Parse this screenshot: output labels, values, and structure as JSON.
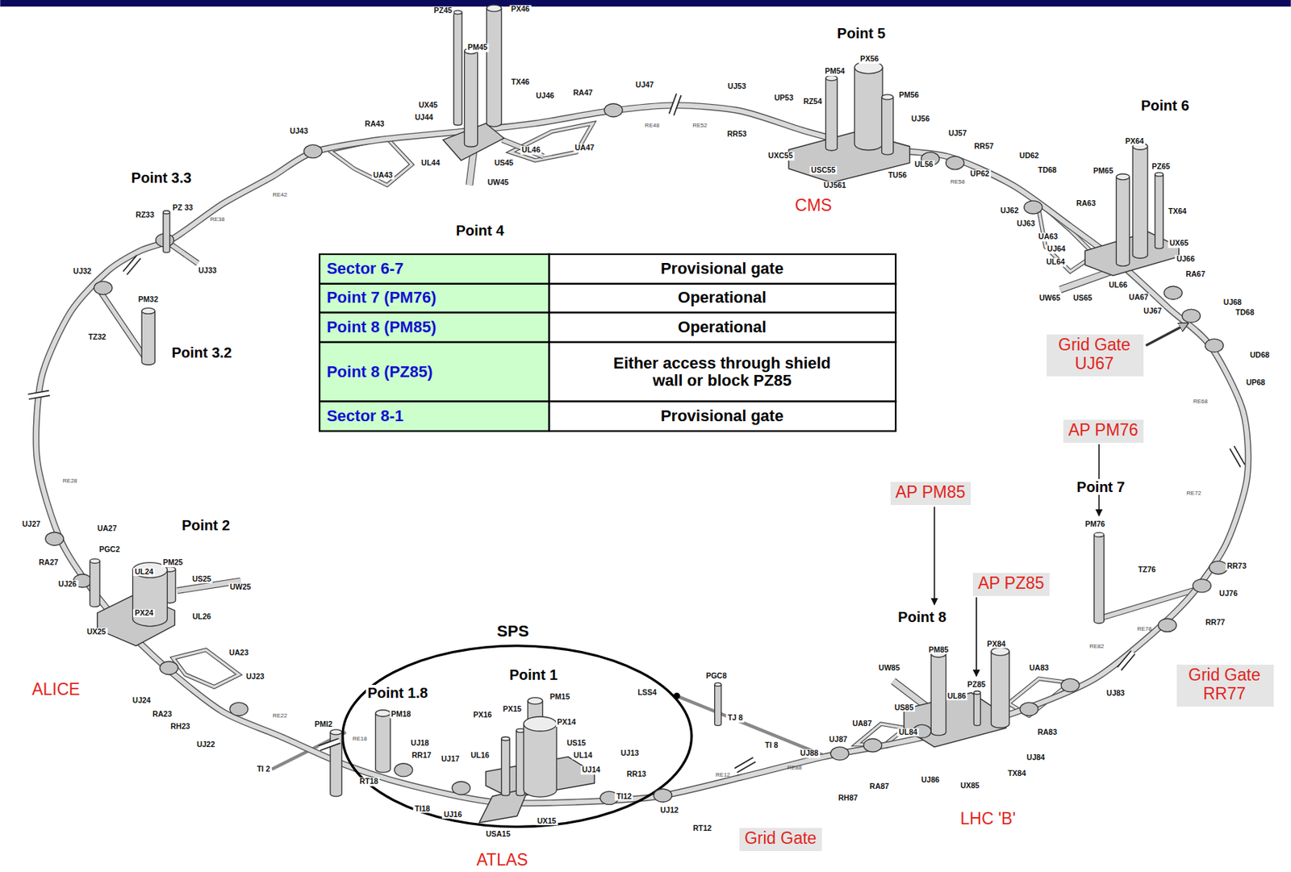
{
  "diagram": {
    "nodes": [
      {
        "text": [
          "Grid Gate UJ67"
        ]
      },
      {
        "text": [
          "AP PM76"
        ]
      },
      {
        "text": [
          "AP PM85"
        ]
      },
      {
        "text": [
          "AP PZ85"
        ]
      },
      {
        "text": [
          "Grid Gate RR77"
        ]
      },
      {
        "text": [
          "Grid Gate"
        ]
      }
    ],
    "labels": [
      "PZ45",
      "PX46",
      "PM45",
      "TX46",
      "UX45",
      "UJ44",
      "UJ46",
      "RA47",
      "UJ47",
      "UJ43",
      "RA43",
      "UL44",
      "US45",
      "UL46",
      "UA47",
      "UA43",
      "UW45",
      "RE48",
      "RE52",
      "RE42",
      "RE38",
      "Point 3.3",
      "RZ33",
      "PZ 33",
      "UJ33",
      "Point 4",
      "UJ53",
      "RR53",
      "UP53",
      "RZ54",
      "Point 5",
      "PM54",
      "PX56",
      "PM56",
      "UJ56",
      "UJ57",
      "RR57",
      "UXC55",
      "USC55",
      "UJ561",
      "TU56",
      "UL56",
      "CMS",
      "Point 6",
      "PX64",
      "PM65",
      "PZ65",
      "UD62",
      "TD68",
      "UP62",
      "RE58",
      "RA63",
      "UJ62",
      "UJ63",
      "UA63",
      "UJ64",
      "UL64",
      "TX64",
      "UX65",
      "UJ66",
      "RA67",
      "UL66",
      "UA67",
      "UJ67",
      "UW65",
      "US65",
      "UJ68",
      "TD68",
      "UD68",
      "UP68",
      "RE68",
      "RE72",
      "Point 7",
      "PM76",
      "TZ76",
      "RR73",
      "UJ76",
      "RR77",
      "RE78",
      "RE82",
      "UJ83",
      "UA83",
      "RA83",
      "UJ84",
      "TX84",
      "Point 8",
      "PM85",
      "PX84",
      "PZ85",
      "UW85",
      "UL86",
      "US85",
      "UL84",
      "UA87",
      "UJ87",
      "UJ88",
      "RE88",
      "UJ86",
      "UX85",
      "RH87",
      "RA87",
      "LHC 'B'",
      "PGC8",
      "TJ 8",
      "LSS4",
      "TI 8",
      "RE12",
      "RT12",
      "UJ12",
      "UJ13",
      "RR13",
      "TI12",
      "Point 1",
      "PM15",
      "PX15",
      "PX16",
      "PX14",
      "US15",
      "UL14",
      "UJ14",
      "UL16",
      "UJ17",
      "RR17",
      "UJ18",
      "PM18",
      "Point 1.8",
      "SPS",
      "RT18",
      "TI18",
      "UJ16",
      "UX15",
      "USA15",
      "ATLAS",
      "PMI2",
      "RE18",
      "TI 2",
      "RE22",
      "Point 2",
      "PM25",
      "US25",
      "UW25",
      "UL24",
      "PGC2",
      "UA27",
      "UJ27",
      "RA27",
      "UJ26",
      "PX24",
      "UL26",
      "UX25",
      "UA23",
      "UJ24",
      "RA23",
      "RH23",
      "UJ23",
      "UJ22",
      "ALICE",
      "RE28",
      "UJ32",
      "PM32",
      "TZ32",
      "Point 3.2",
      "Sector 6-7",
      "Provisional gate",
      "Point 7 (PM76)",
      "Operational",
      "Point 8 (PM85)",
      "Operational",
      "Point 8 (PZ85)",
      "Either access through shield wall or block PZ85",
      "Sector 8-1",
      "Provisional gate"
    ]
  }
}
